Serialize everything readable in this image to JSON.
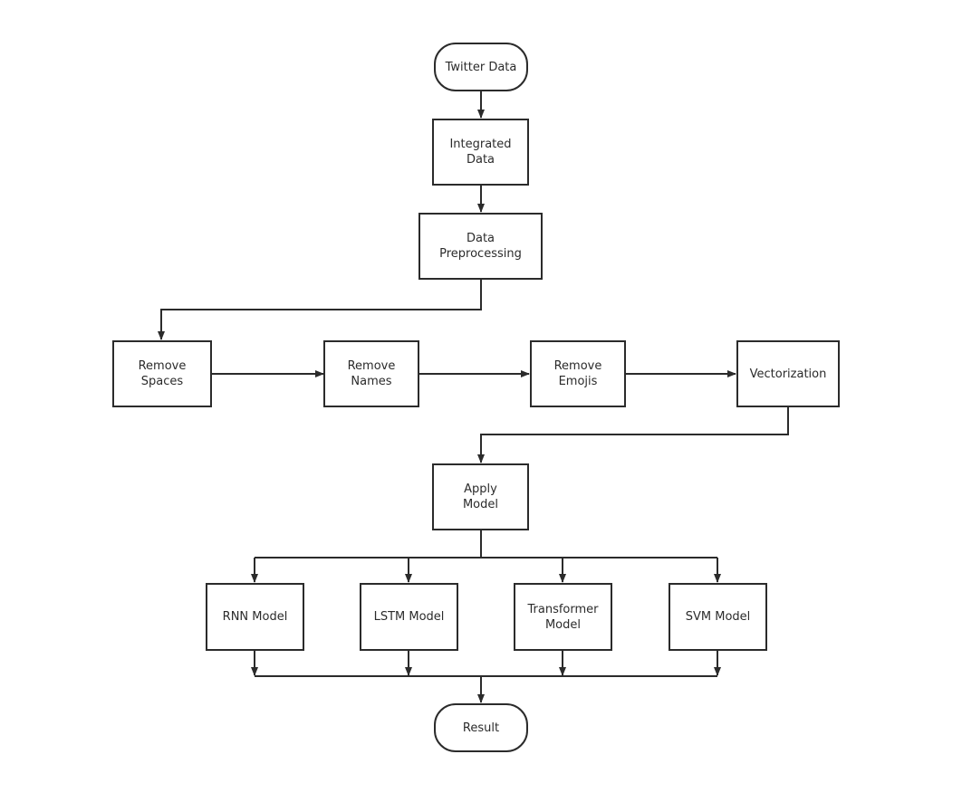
{
  "nodes": {
    "twitter": {
      "lines": [
        "Twitter Data"
      ]
    },
    "integrated": {
      "lines": [
        "Integrated",
        "Data"
      ]
    },
    "preprocess": {
      "lines": [
        "Data",
        "Preprocessing"
      ]
    },
    "spaces": {
      "lines": [
        "Remove",
        "Spaces"
      ]
    },
    "names": {
      "lines": [
        "Remove",
        "Names"
      ]
    },
    "emojis": {
      "lines": [
        "Remove",
        "Emojis"
      ]
    },
    "vector": {
      "lines": [
        "Vectorization"
      ]
    },
    "apply": {
      "lines": [
        "Apply",
        "Model"
      ]
    },
    "rnn": {
      "lines": [
        "RNN Model"
      ]
    },
    "lstm": {
      "lines": [
        "LSTM Model"
      ]
    },
    "transformer": {
      "lines": [
        "Transformer",
        "Model"
      ]
    },
    "svm": {
      "lines": [
        "SVM Model"
      ]
    },
    "result": {
      "lines": [
        "Result"
      ]
    }
  },
  "edges": [
    [
      "twitter",
      "integrated"
    ],
    [
      "integrated",
      "preprocess"
    ],
    [
      "preprocess",
      "spaces"
    ],
    [
      "spaces",
      "names"
    ],
    [
      "names",
      "emojis"
    ],
    [
      "emojis",
      "vector"
    ],
    [
      "vector",
      "apply"
    ],
    [
      "apply",
      "rnn"
    ],
    [
      "apply",
      "lstm"
    ],
    [
      "apply",
      "transformer"
    ],
    [
      "apply",
      "svm"
    ],
    [
      "rnn",
      "result"
    ],
    [
      "lstm",
      "result"
    ],
    [
      "transformer",
      "result"
    ],
    [
      "svm",
      "result"
    ]
  ],
  "colors": {
    "stroke": "#2b2b2b",
    "background": "#ffffff"
  }
}
